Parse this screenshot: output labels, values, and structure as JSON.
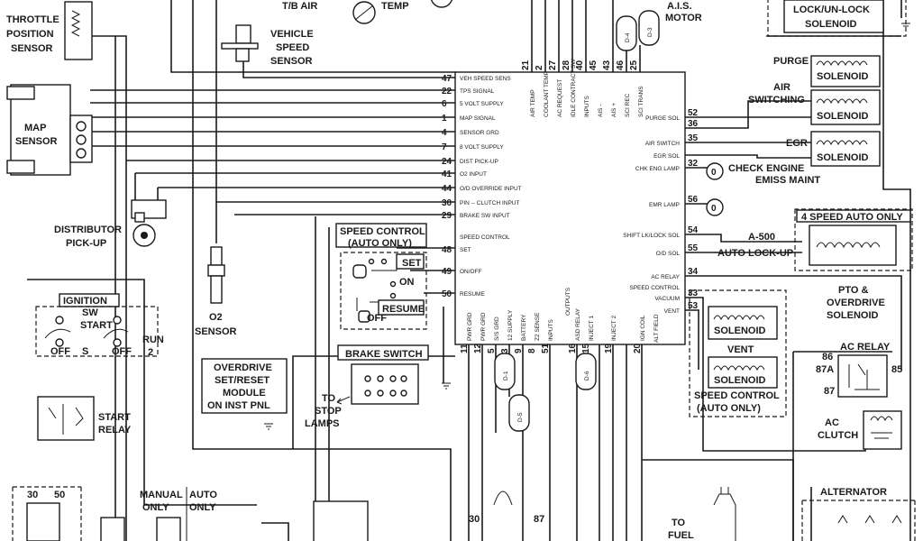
{
  "top": {
    "tb_air": "T/B AIR",
    "temp": "TEMP",
    "ais_motor": "A.I.S. MOTOR",
    "lock_solenoid_line1": "LOCK/UN-LOCK",
    "lock_solenoid_line2": "SOLENOID",
    "d4": "D-4",
    "d3": "D-3"
  },
  "sensors": {
    "throttle_line1": "THROTTLE",
    "throttle_line2": "POSITION",
    "throttle_line3": "SENSOR",
    "vss_line1": "VEHICLE",
    "vss_line2": "SPEED",
    "vss_line3": "SENSOR",
    "map_line1": "MAP",
    "map_line2": "SENSOR",
    "distributor_line1": "DISTRIBUTOR",
    "distributor_line2": "PICK-UP",
    "o2_line1": "O2",
    "o2_line2": "SENSOR"
  },
  "ecu_left_pins": [
    {
      "pin": "47",
      "label": "VEH SPEED SENS"
    },
    {
      "pin": "22",
      "label": "TPS SIGNAL"
    },
    {
      "pin": "6",
      "label": "5 VOLT SUPPLY"
    },
    {
      "pin": "1",
      "label": "MAP SIGNAL"
    },
    {
      "pin": "4",
      "label": "SENSOR GRD"
    },
    {
      "pin": "7",
      "label": "8 VOLT SUPPLY"
    },
    {
      "pin": "24",
      "label": "DIST PICK-UP"
    },
    {
      "pin": "41",
      "label": "O2 INPUT"
    },
    {
      "pin": "44",
      "label": "O/D OVERRIDE INPUT"
    },
    {
      "pin": "30",
      "label": "PIN -- CLUTCH INPUT"
    },
    {
      "pin": "29",
      "label": "BRAKE SW INPUT"
    },
    {
      "pin": "",
      "label": "SPEED CONTROL"
    },
    {
      "pin": "48",
      "label": "SET"
    },
    {
      "pin": "49",
      "label": "ON/OFF"
    },
    {
      "pin": "50",
      "label": "RESUME"
    }
  ],
  "ecu_top_pins": [
    {
      "pin": "21",
      "label": "AIR TEMP"
    },
    {
      "pin": "2",
      "label": "COOLANT TEMP"
    },
    {
      "pin": "27",
      "label": "AC REQUEST"
    },
    {
      "pin": "28",
      "label": "IDLE CONTRACT SW"
    },
    {
      "pin": "40",
      "label": "INPUTS"
    },
    {
      "pin": "45",
      "label": "AIS -"
    },
    {
      "pin": "43",
      "label": "AIS +"
    },
    {
      "pin": "46",
      "label": "SCI REC"
    },
    {
      "pin": "25",
      "label": "SCI TRANS"
    }
  ],
  "ecu_right_pins": [
    {
      "pin": "52",
      "label": "PURGE SOL"
    },
    {
      "pin": "36",
      "label": ""
    },
    {
      "pin": "35",
      "label": "AIR SWITCH"
    },
    {
      "pin": "",
      "label": "EGR SOL"
    },
    {
      "pin": "32",
      "label": "CHK ENG LAMP"
    },
    {
      "pin": "56",
      "label": "EMR LAMP"
    },
    {
      "pin": "54",
      "label": "SHIFT LK/LOCK SOL"
    },
    {
      "pin": "55",
      "label": "O/D SOL"
    },
    {
      "pin": "34",
      "label": "AC RELAY"
    },
    {
      "pin": "",
      "label": "SPEED CONTROL"
    },
    {
      "pin": "33",
      "label": "VACUUM"
    },
    {
      "pin": "53",
      "label": "VENT"
    }
  ],
  "ecu_bottom_pins": [
    {
      "pin": "11",
      "label": "PWR GRD"
    },
    {
      "pin": "12",
      "label": "PWR GRD"
    },
    {
      "pin": "5",
      "label": "S/S GRD"
    },
    {
      "pin": "3",
      "label": "12 SUPPLY"
    },
    {
      "pin": "9",
      "label": "BATTERY"
    },
    {
      "pin": "8",
      "label": "Z2 SENSE"
    },
    {
      "pin": "51",
      "label": "INPUTS"
    },
    {
      "pin": "16",
      "label": "ASD RELAY"
    },
    {
      "pin": "15",
      "label": "INJECT 1"
    },
    {
      "pin": "19",
      "label": "INJECT 2"
    },
    {
      "pin": "20",
      "label": "IGN COIL"
    }
  ],
  "outputs_label": "OUTPUTS",
  "alt_field": "ALT FIELD",
  "speed_control": {
    "title1": "SPEED CONTROL",
    "title2": "(AUTO ONLY)",
    "set": "SET",
    "on": "ON",
    "resume": "RESUME",
    "off": "OFF"
  },
  "brake_switch": {
    "title": "BRAKE SWITCH",
    "to1": "TO",
    "to2": "STOP",
    "to3": "LAMPS"
  },
  "ignition": {
    "title": "IGNITION",
    "sw": "SW",
    "start": "START",
    "run": "RUN",
    "off1": "OFF",
    "off2": "OFF",
    "s": "S",
    "two": "2"
  },
  "start_relay_line1": "START",
  "start_relay_line2": "RELAY",
  "overdrive_module": {
    "line1": "OVERDRIVE",
    "line2": "SET/RESET",
    "line3": "MODULE",
    "line4": "ON INST PNL"
  },
  "right_side": {
    "purge": "PURGE",
    "solenoid": "SOLENOID",
    "air_switching1": "AIR",
    "air_switching2": "SWITCHING",
    "egr": "EGR",
    "check_engine": "CHECK ENGINE",
    "emiss_maint": "EMISS MAINT",
    "four_speed": "4 SPEED AUTO ONLY",
    "a500": "A-500",
    "auto_lockup": "AUTO LOCK-UP",
    "pto1": "PTO &",
    "pto2": "OVERDRIVE",
    "pto3": "SOLENOID",
    "vent": "VENT",
    "sc_auto1": "SPEED CONTROL",
    "sc_auto2": "(AUTO ONLY)",
    "ac_relay": "AC RELAY",
    "p86": "86",
    "p87a": "87A",
    "p85": "85",
    "p87": "87",
    "ac_clutch1": "AC",
    "ac_clutch2": "CLUTCH",
    "alternator": "ALTERNATOR"
  },
  "bottom": {
    "manual1": "MANUAL",
    "manual2": "ONLY",
    "auto1": "AUTO",
    "auto2": "ONLY",
    "p30": "30",
    "p50": "50",
    "p30b": "30",
    "p87b": "87",
    "to_fuel1": "TO",
    "to_fuel2": "FUEL",
    "d1": "D-1",
    "d5": "D-5",
    "d6": "D-6"
  }
}
